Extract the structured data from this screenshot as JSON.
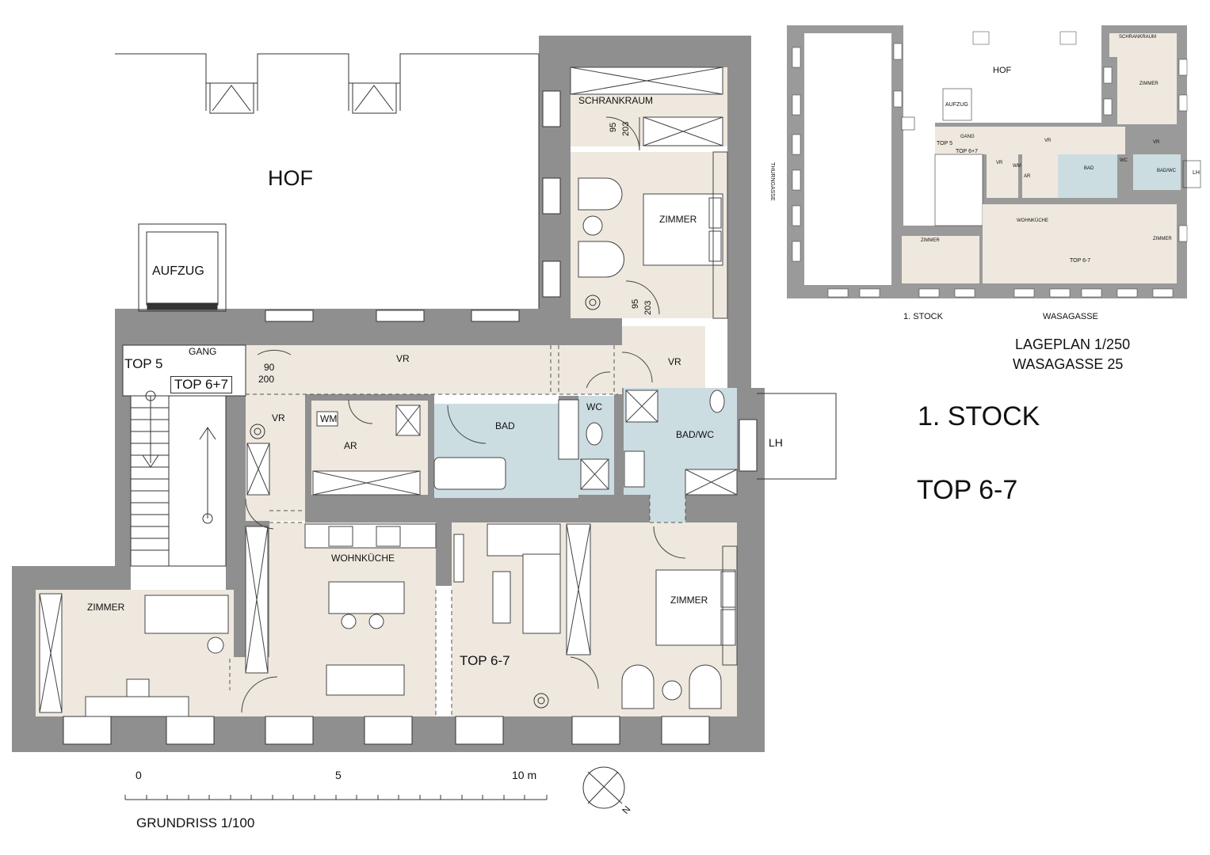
{
  "main_plan": {
    "labels": {
      "hof": "HOF",
      "aufzug": "AUFZUG",
      "schrankraum": "SCHRANKRAUM",
      "zimmer_top_right": "ZIMMER",
      "gang": "GANG",
      "top5": "TOP 5",
      "top67_plus": "TOP 6+7",
      "door_90": "90",
      "door_200": "200",
      "door_95_a": "95",
      "door_203_a": "203",
      "door_95_b": "95",
      "door_203_b": "203",
      "vr_main": "VR",
      "vr_right": "VR",
      "vr_left": "VR",
      "wm": "WM",
      "ar": "AR",
      "bad": "BAD",
      "wc": "WC",
      "bad_wc": "BAD/WC",
      "lh": "LH",
      "wohnkueche": "WOHNKÜCHE",
      "zimmer_left": "ZIMMER",
      "zimmer_right": "ZIMMER",
      "top_center": "TOP 6-7"
    },
    "scale": {
      "tick_0": "0",
      "tick_5": "5",
      "tick_10": "10 m",
      "caption": "GRUNDRISS 1/100"
    },
    "north": "N"
  },
  "site_plan": {
    "labels": {
      "schrankraum": "SCHRANKRAUM",
      "hof": "HOF",
      "zimmer_top": "ZIMMER",
      "aufzug": "AUFZUG",
      "thurngasse": "THURNGASSE",
      "top5": "TOP 5",
      "gang": "GANG",
      "top67_plus": "TOP 6+7",
      "vr_a": "VR",
      "vr_b": "VR",
      "vr_c": "VR",
      "wm": "WM",
      "ar": "AR",
      "bad": "BAD",
      "wc": "WC",
      "bad_wc": "BAD/WC",
      "lh": "LH",
      "wohnkueche": "WOHNKÜCHE",
      "zimmer_left": "ZIMMER",
      "zimmer_right": "ZIMMER",
      "top": "TOP 6-7",
      "stock": "1. STOCK",
      "wasagasse": "WASAGASSE"
    },
    "caption_line1": "LAGEPLAN 1/250",
    "caption_line2": "WASAGASSE 25"
  },
  "heading": {
    "floor": "1. STOCK",
    "unit": "TOP 6-7"
  },
  "colors": {
    "wall": "#8f8f8f",
    "room": "#efe8df",
    "wet": "#ccdde2",
    "line": "#333333"
  }
}
